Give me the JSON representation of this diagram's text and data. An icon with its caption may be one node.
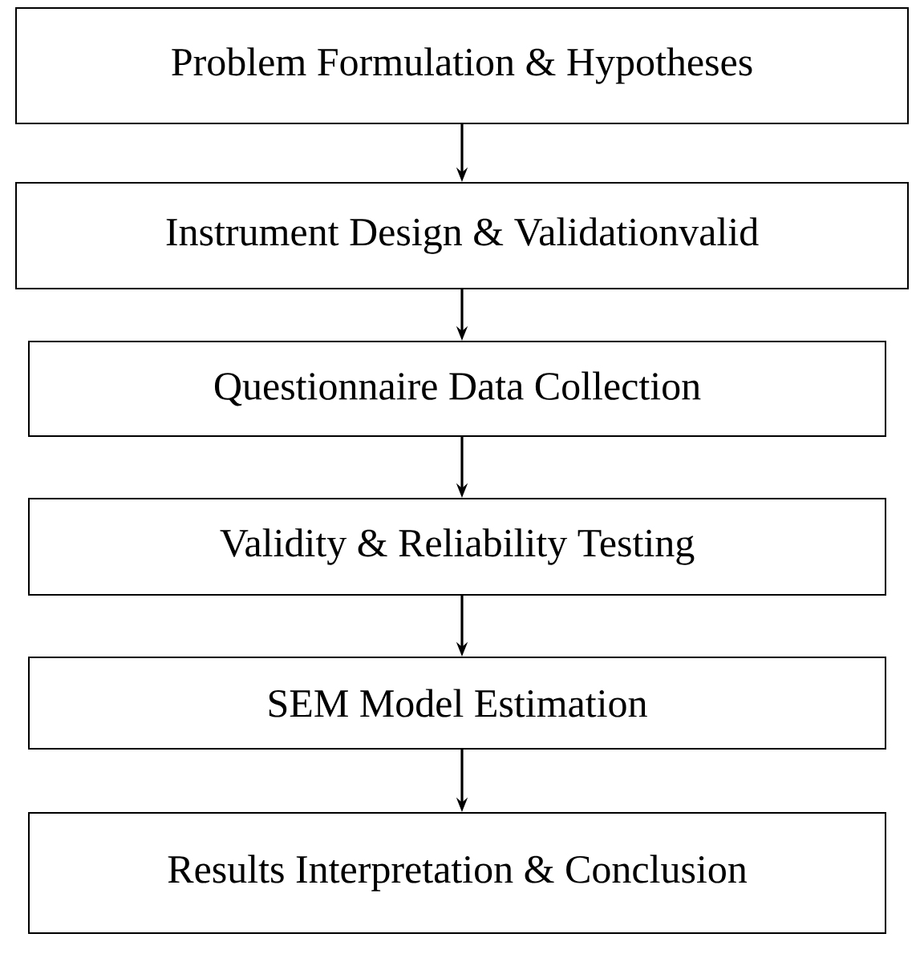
{
  "diagram": {
    "nodes": [
      {
        "text": [
          "Problem Formulation & Hypotheses"
        ]
      },
      {
        "text": [
          "Instrument Design & Validationvalid"
        ]
      },
      {
        "text": [
          "Questionnaire Data Collection"
        ]
      },
      {
        "text": [
          "Validity & Reliability Testing"
        ]
      },
      {
        "text": [
          "SEM Model Estimation"
        ]
      },
      {
        "text": [
          "Results Interpretation & Conclusion"
        ]
      }
    ],
    "edges": [
      {
        "from": 0,
        "to": 1,
        "arrow": "to"
      },
      {
        "from": 1,
        "to": 2,
        "arrow": "to"
      },
      {
        "from": 2,
        "to": 3,
        "arrow": "to"
      },
      {
        "from": 3,
        "to": 4,
        "arrow": "to"
      },
      {
        "from": 4,
        "to": 5,
        "arrow": "to"
      }
    ]
  }
}
